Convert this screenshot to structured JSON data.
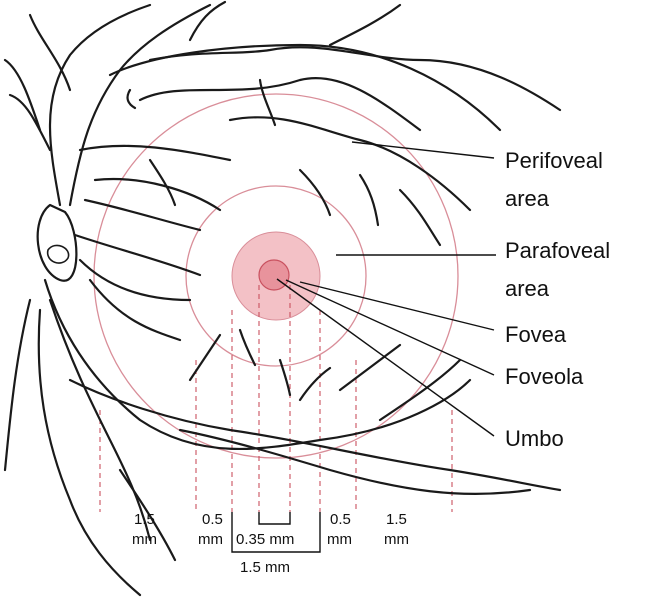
{
  "labels": {
    "perifoveal": [
      "Perifoveal",
      "area"
    ],
    "parafoveal": [
      "Parafoveal",
      "area"
    ],
    "fovea": "Fovea",
    "foveola": "Foveola",
    "umbo": "Umbo"
  },
  "dimensions": {
    "left_outer": [
      "1.5",
      "mm"
    ],
    "left_inner": [
      "0.5",
      "mm"
    ],
    "center": "0.35 mm",
    "right_inner": [
      "0.5",
      "mm"
    ],
    "right_outer": [
      "1.5",
      "mm"
    ],
    "total": "1.5 mm"
  },
  "colors": {
    "fovea_fill": "#f3c1c6",
    "foveola_fill": "#e8939c",
    "ring_stroke": "#d98e99",
    "guide_stroke": "#c9515f"
  }
}
